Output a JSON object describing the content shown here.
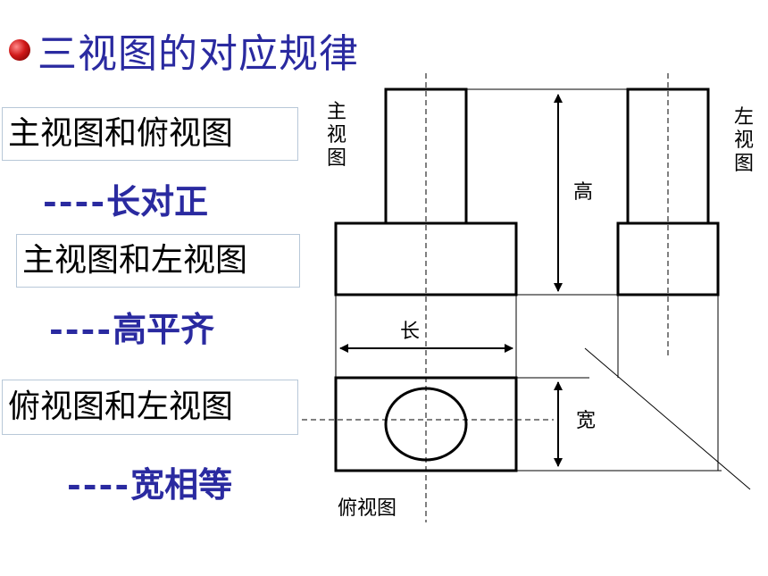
{
  "title": "三视图的对应规律",
  "pairs": [
    {
      "views": "主视图和俯视图",
      "rule_dash": "----",
      "rule": "长对正"
    },
    {
      "views": "主视图和左视图",
      "rule_dash": "----",
      "rule": "高平齐"
    },
    {
      "views": "俯视图和左视图",
      "rule_dash": "----",
      "rule": "宽相等"
    }
  ],
  "diagram": {
    "front_view_label": "主视图",
    "left_view_label": "左视图",
    "top_view_label": "俯视图",
    "height_label": "高",
    "length_label": "长",
    "width_label": "宽"
  }
}
